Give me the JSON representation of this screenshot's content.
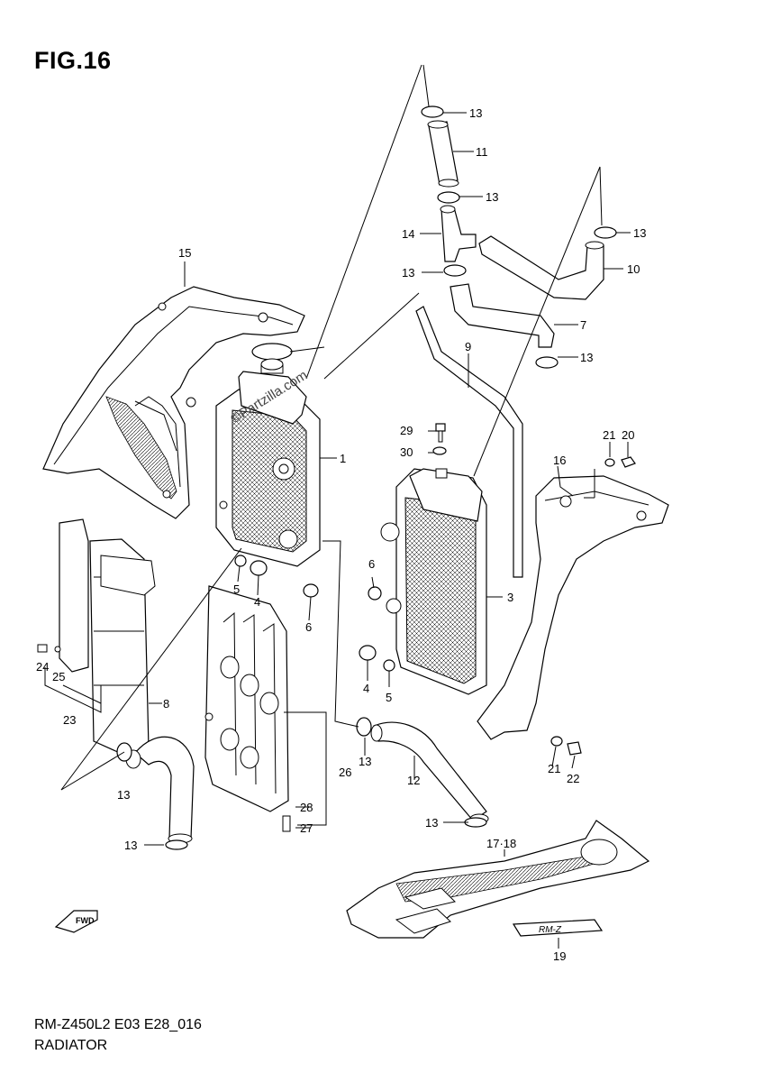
{
  "figure": {
    "title": "FIG.16",
    "model_code": "RM-Z450L2 E03 E28_016",
    "section_name": "RADIATOR",
    "watermark": "©Partzilla.com"
  },
  "callouts": {
    "c1": "1",
    "c3": "3",
    "c4a": "4",
    "c4b": "4",
    "c5a": "5",
    "c5b": "5",
    "c6a": "6",
    "c6b": "6",
    "c7": "7",
    "c8": "8",
    "c9": "9",
    "c10": "10",
    "c11": "11",
    "c12": "12",
    "c13a": "13",
    "c13b": "13",
    "c13c": "13",
    "c13d": "13",
    "c13e": "13",
    "c13f": "13",
    "c13g": "13",
    "c13h": "13",
    "c13i": "13",
    "c14": "14",
    "c15": "15",
    "c16": "16",
    "c1718": "17·18",
    "c19": "19",
    "c20": "20",
    "c21a": "21",
    "c21b": "21",
    "c22": "22",
    "c23": "23",
    "c24": "24",
    "c25": "25",
    "c26": "26",
    "c27": "27",
    "c28": "28",
    "c29": "29",
    "c30": "30"
  },
  "icons": {
    "fwd_arrow": "FWD",
    "emblem": "RM-Z"
  }
}
